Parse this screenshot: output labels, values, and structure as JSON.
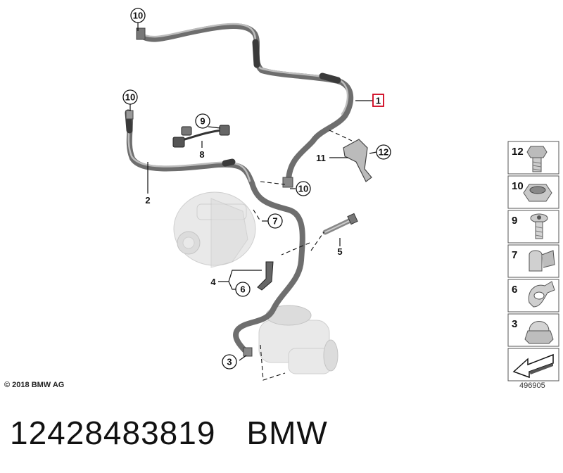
{
  "callouts": {
    "c1": "1",
    "c2": "2",
    "c3": "3",
    "c4": "4",
    "c5": "5",
    "c6": "6",
    "c7": "7",
    "c8": "8",
    "c9": "9",
    "c10a": "10",
    "c10b": "10",
    "c10c": "10",
    "c11": "11",
    "c12": "12"
  },
  "legend": [
    {
      "num": "12",
      "icon": "hex-bolt-icon"
    },
    {
      "num": "10",
      "icon": "hex-nut-icon"
    },
    {
      "num": "9",
      "icon": "torx-screw-icon"
    },
    {
      "num": "7",
      "icon": "cable-clip-icon"
    },
    {
      "num": "6",
      "icon": "cable-clamp-icon"
    },
    {
      "num": "3",
      "icon": "cap-nut-icon"
    },
    {
      "num": "",
      "icon": "direction-arrow-icon"
    }
  ],
  "copyright": "© 2018 BMW AG",
  "image_number": "496905",
  "part_number": "12428483819",
  "brand": "BMW",
  "colors": {
    "highlight": "#d0021b",
    "cable": "#6e6e6e"
  }
}
